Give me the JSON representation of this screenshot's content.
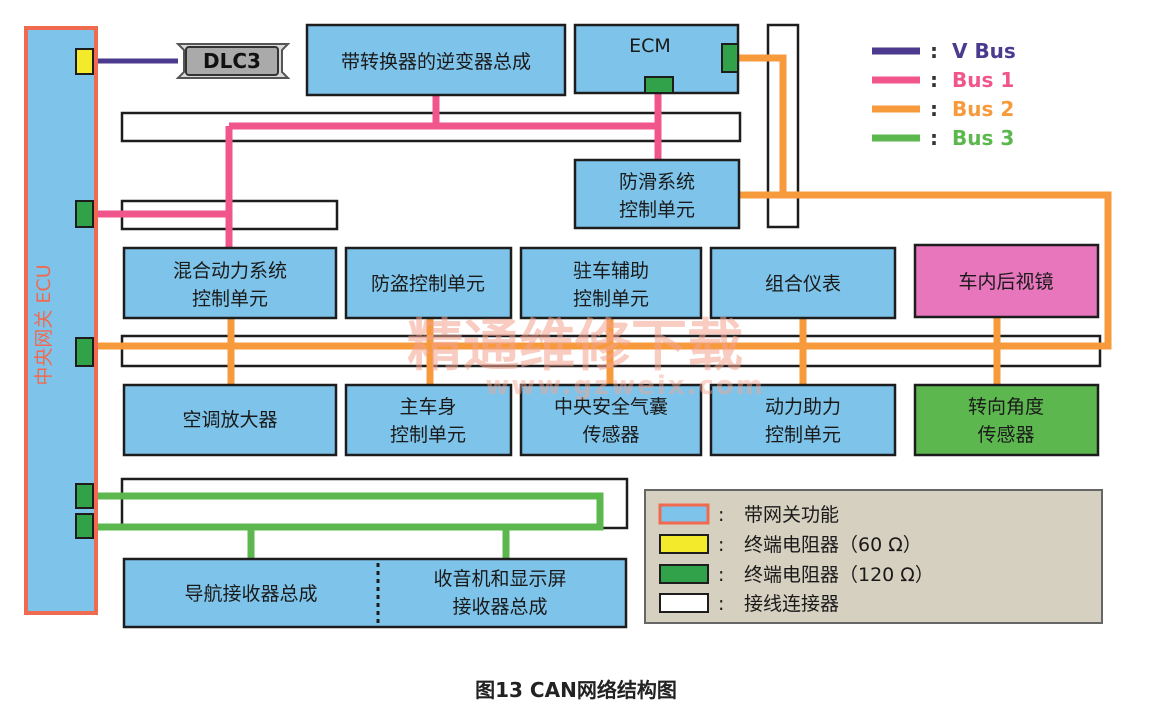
{
  "colors": {
    "module_fill": "#7ec4ea",
    "gateway_border": "#f06a50",
    "vbus": "#4b3a8e",
    "bus1": "#f0568c",
    "bus2": "#f79a3c",
    "bus3": "#5cb84e",
    "mirror_fill": "#e776bd",
    "sensor_fill": "#5cb84e",
    "term60": "#f3ea2b",
    "term120": "#31a24a",
    "legend_bg": "#d6d0c0",
    "watermark": "#f4a38e"
  },
  "gateway": {
    "label": "中央网关 ECU"
  },
  "dlc3": {
    "label": "DLC3"
  },
  "modules": {
    "inverter": "带转换器的逆变器总成",
    "ecm": "ECM",
    "skid_1": "防滑系统",
    "skid_2": "控制单元",
    "hybrid_1": "混合动力系统",
    "hybrid_2": "控制单元",
    "antitheft": "防盗控制单元",
    "parking_1": "驻车辅助",
    "parking_2": "控制单元",
    "meter": "组合仪表",
    "mirror": "车内后视镜",
    "ac_amp": "空调放大器",
    "body_1": "主车身",
    "body_2": "控制单元",
    "airbag_1": "中央安全气囊",
    "airbag_2": "传感器",
    "eps_1": "动力助力",
    "eps_2": "控制单元",
    "steer_1": "转向角度",
    "steer_2": "传感器",
    "nav": "导航接收器总成",
    "radio_1": "收音机和显示屏",
    "radio_2": "接收器总成"
  },
  "bus_legend": [
    {
      "sep": ":",
      "name": "V Bus"
    },
    {
      "sep": ":",
      "name": "Bus 1"
    },
    {
      "sep": ":",
      "name": "Bus 2"
    },
    {
      "sep": ":",
      "name": "Bus 3"
    }
  ],
  "symbol_legend": [
    {
      "sep": ":",
      "text": "带网关功能"
    },
    {
      "sep": ":",
      "text": "终端电阻器（60 Ω）"
    },
    {
      "sep": ":",
      "text": "终端电阻器（120 Ω）"
    },
    {
      "sep": ":",
      "text": "接线连接器"
    }
  ],
  "watermark": {
    "line1": "精通维修下载",
    "line2": "www.gzweix.com"
  },
  "caption": "图13 CAN网络结构图"
}
